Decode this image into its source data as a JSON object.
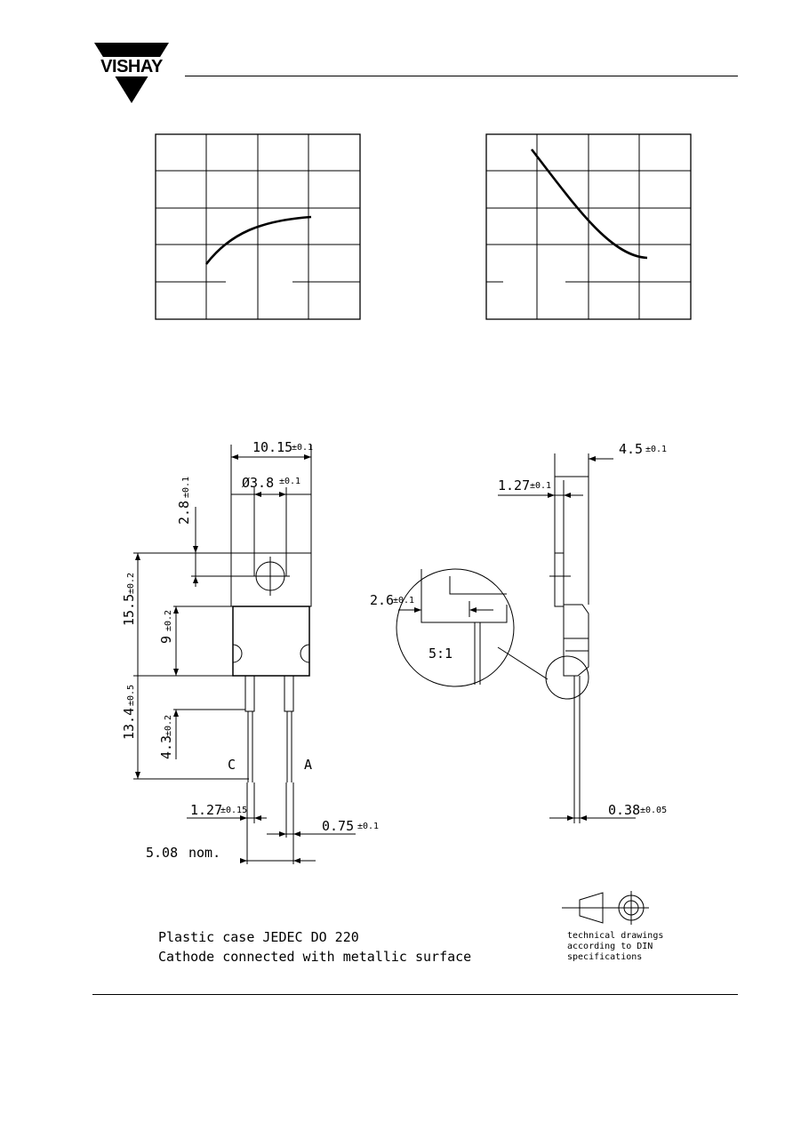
{
  "header": {
    "logo_text": "VISHAY"
  },
  "charts": [
    {
      "curve_shape": "rising-concave",
      "grid_cols": 4,
      "grid_rows": 5
    },
    {
      "curve_shape": "falling-convex",
      "grid_cols": 4,
      "grid_rows": 5
    }
  ],
  "drawing": {
    "dim_width": "10.15",
    "dim_width_tol": "±0.1",
    "dim_hole": "Ø3.8",
    "dim_hole_tol": "±0.1",
    "dim_tab_hole": "2.8",
    "dim_tab_hole_tol": "±0.1",
    "dim_body": "15.5",
    "dim_body_tol": "±0.2",
    "dim_lower": "9",
    "dim_lower_tol": "±0.2",
    "dim_lead": "13.4",
    "dim_lead_tol": "±0.5",
    "dim_lead_upper": "4.3",
    "dim_lead_upper_tol": "±0.2",
    "pin_c": "C",
    "pin_a": "A",
    "dim_pitch_w": "1.27",
    "dim_pitch_w_tol": "±0.15",
    "dim_lead_w": "0.75",
    "dim_lead_w_tol": "±0.1",
    "dim_spacing": "5.08",
    "dim_spacing_unit": "nom.",
    "side_thick": "4.5",
    "side_thick_tol": "±0.1",
    "side_tab": "1.27",
    "side_tab_tol": "±0.1",
    "detail_dim": "2.6",
    "detail_dim_tol": "±0.1",
    "detail_scale": "5:1",
    "side_lead": "0.38",
    "side_lead_tol": "±0.05"
  },
  "notes": {
    "line1": "Plastic case JEDEC DO 220",
    "line2": "Cathode connected with metallic surface"
  },
  "tech_note": {
    "line1": "technical drawings",
    "line2": "according to DIN",
    "line3": "specifications"
  }
}
